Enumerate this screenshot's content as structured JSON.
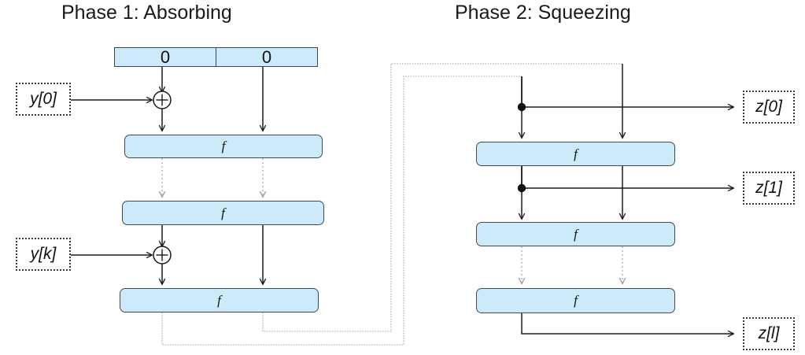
{
  "diagram": {
    "title_implicit": "Sponge construction: absorbing and squeezing phases",
    "colors": {
      "block_fill": "#cdeafb",
      "block_stroke": "#3f4a55",
      "wire_dark": "#1a1a1a",
      "wire_gray": "#b3b3b3",
      "label_box_stroke": "#3a3a3a",
      "background": "#ffffff"
    }
  },
  "phases": [
    {
      "id": "phase1",
      "title": "Phase 1: Absorbing"
    },
    {
      "id": "phase2",
      "title": "Phase 2: Squeezing"
    }
  ],
  "state_bar": {
    "cells": [
      {
        "label": "0",
        "name": "rate-half"
      },
      {
        "label": "0",
        "name": "capacity-half"
      }
    ]
  },
  "phase1": {
    "f_blocks": [
      {
        "label": "f"
      },
      {
        "label": "f"
      },
      {
        "label": "f"
      }
    ],
    "inputs": [
      {
        "label": "y[0]"
      },
      {
        "label": "y[k]"
      }
    ],
    "xor_nodes": [
      {
        "symbol": "+",
        "name": "xor-0"
      },
      {
        "symbol": "+",
        "name": "xor-k"
      }
    ]
  },
  "phase2": {
    "f_blocks": [
      {
        "label": "f"
      },
      {
        "label": "f"
      },
      {
        "label": "f"
      }
    ],
    "outputs": [
      {
        "label": "z[0]"
      },
      {
        "label": "z[1]"
      },
      {
        "label": "z[l]"
      }
    ],
    "tap_nodes": [
      {
        "name": "tap-z0"
      },
      {
        "name": "tap-z1"
      }
    ]
  }
}
